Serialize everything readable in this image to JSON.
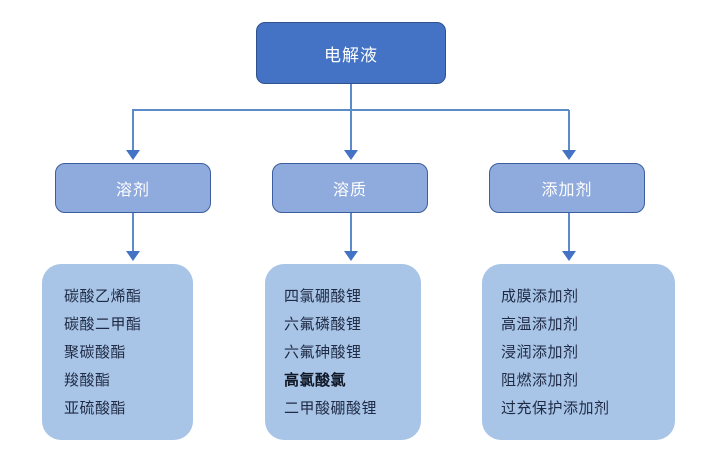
{
  "diagram": {
    "type": "tree-hierarchy",
    "root": {
      "label": "电解液"
    },
    "categories": [
      {
        "label": "溶剂"
      },
      {
        "label": "溶质"
      },
      {
        "label": "添加剂"
      }
    ],
    "lists": [
      {
        "items": [
          {
            "text": "碳酸乙烯酯",
            "emphasis": false
          },
          {
            "text": "碳酸二甲酯",
            "emphasis": false
          },
          {
            "text": "聚碳酸酯",
            "emphasis": false
          },
          {
            "text": "羧酸酯",
            "emphasis": false
          },
          {
            "text": "亚硫酸酯",
            "emphasis": false
          }
        ]
      },
      {
        "items": [
          {
            "text": "四氯硼酸锂",
            "emphasis": false
          },
          {
            "text": "六氟磷酸锂",
            "emphasis": false
          },
          {
            "text": "六氟砷酸锂",
            "emphasis": false
          },
          {
            "text": "高氯酸氯",
            "emphasis": true
          },
          {
            "text": "二甲酸硼酸锂",
            "emphasis": false
          }
        ]
      },
      {
        "items": [
          {
            "text": "成膜添加剂",
            "emphasis": false
          },
          {
            "text": "高温添加剂",
            "emphasis": false
          },
          {
            "text": "浸润添加剂",
            "emphasis": false
          },
          {
            "text": "阻燃添加剂",
            "emphasis": false
          },
          {
            "text": "过充保护添加剂",
            "emphasis": false
          }
        ]
      }
    ],
    "colors": {
      "root_fill": "#4472C4",
      "root_border": "#2F528F",
      "category_fill": "#8FAADC",
      "category_border": "#3C5E9E",
      "list_fill": "#A8C4E6",
      "connector": "#5B8BC8",
      "arrow": "#4472C4",
      "root_text": "#FFFFFF",
      "category_text": "#FFFFFF",
      "list_text": "#1F2B45",
      "background": "#FFFFFF"
    }
  }
}
